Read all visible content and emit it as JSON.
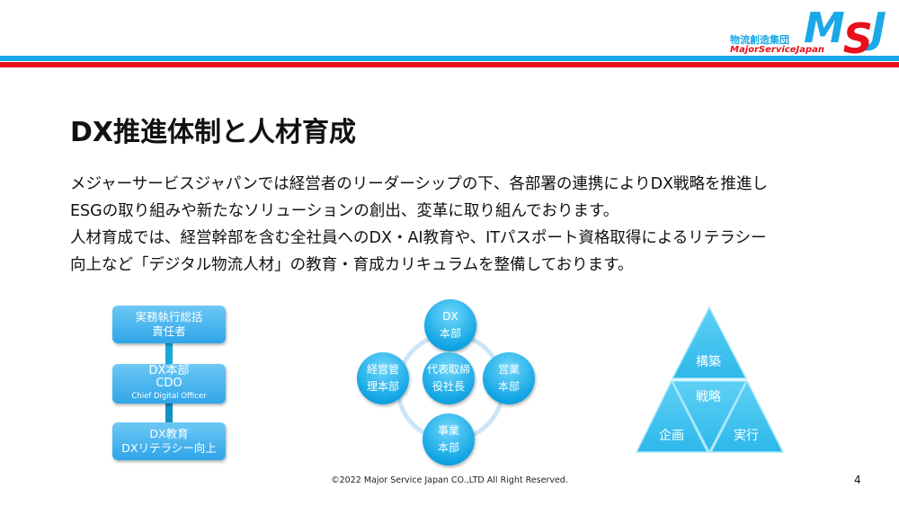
{
  "logo": {
    "jp": "物流創造集団",
    "en": "MajorServiceJapan",
    "m": "M",
    "s": "S",
    "j": "J"
  },
  "title": "DX推進体制と人材育成",
  "body": [
    "メジャーサービスジャパンでは経営者のリーダーシップの下、各部署の連携によりDX戦略を推進し",
    "ESGの取り組みや新たなソリューションの創出、変革に取り組んでおります。",
    "人材育成では、経営幹部を含む全社員へのDX・AI教育や、ITパスポート資格取得によるリテラシー",
    "向上など「デジタル物流人材」の教育・育成カリキュラムを整備しております。"
  ],
  "org": [
    {
      "l1": "実務執行総括",
      "l2": "責任者"
    },
    {
      "l1": "DX本部",
      "l2": "CDO",
      "l3": "Chief Digital Officer"
    },
    {
      "l1": "DX教育",
      "l2": "DXリテラシー向上"
    }
  ],
  "circles": {
    "top": [
      "DX",
      "本部"
    ],
    "left": [
      "経営管",
      "理本部"
    ],
    "center": [
      "代表取締",
      "役社長"
    ],
    "right": [
      "営業",
      "本部"
    ],
    "bottom": [
      "事業",
      "本部"
    ]
  },
  "triangle": {
    "top": "構築",
    "center": "戦略",
    "left": "企画",
    "right": "実行"
  },
  "footer": "©2022 Major Service Japan CO.,LTD All Right Reserved.",
  "page": "4"
}
